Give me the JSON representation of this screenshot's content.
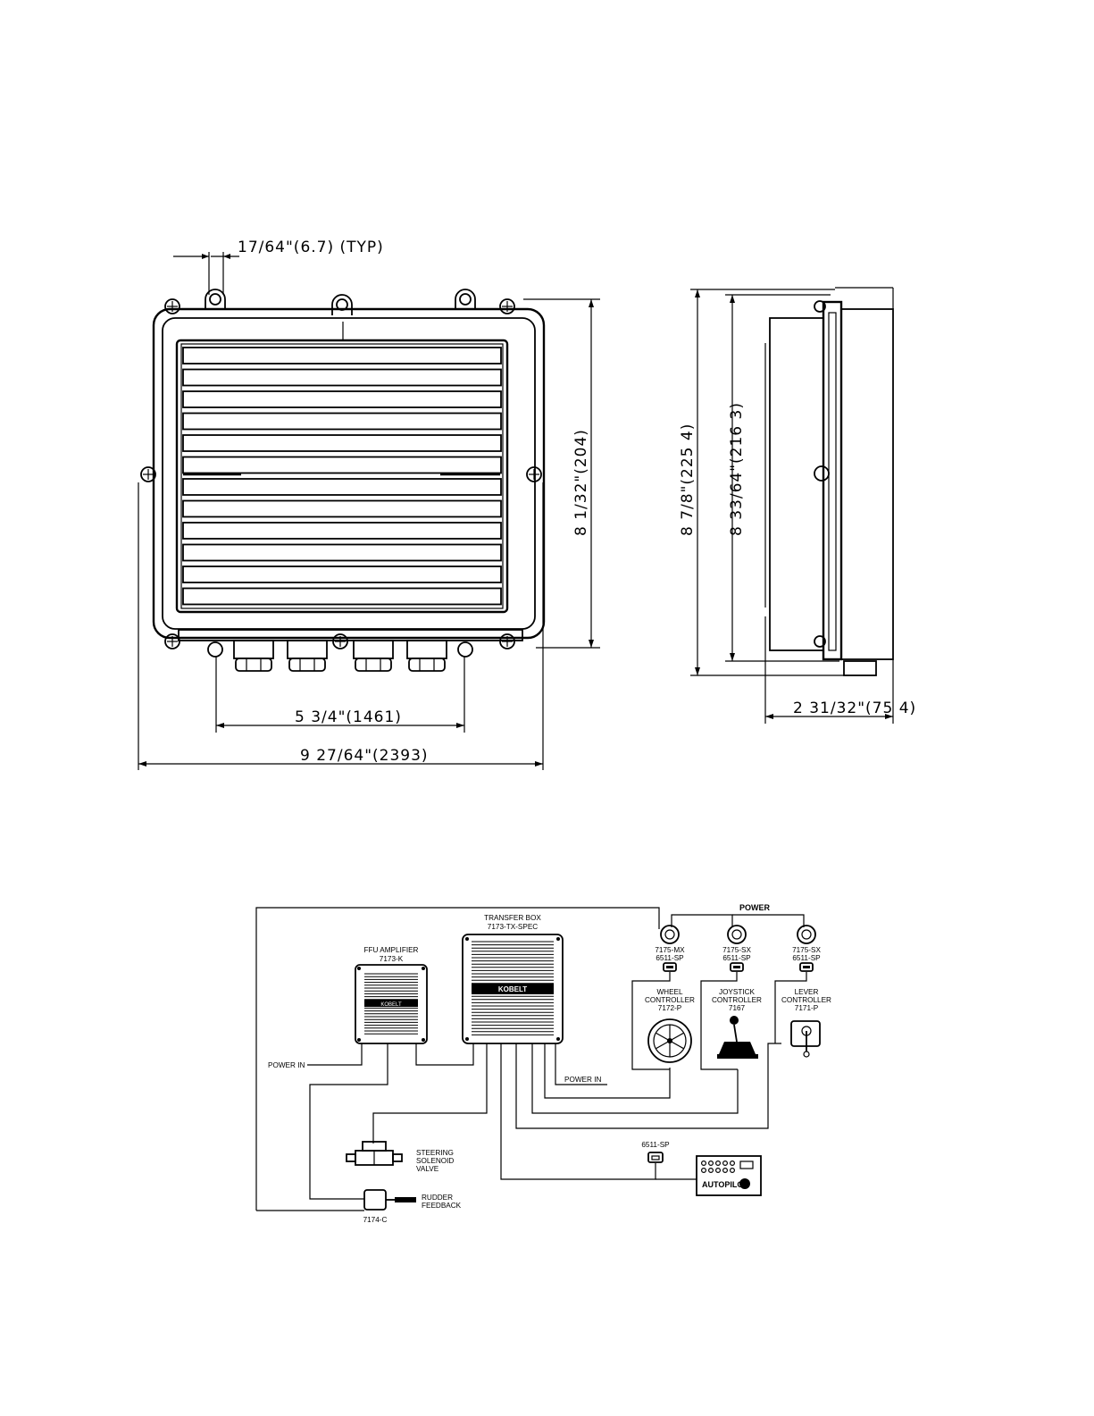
{
  "top_drawing": {
    "dim_typ": "17/64\"(6.7) (TYP)",
    "dim_height": "8 1/32\"(204)",
    "dim_bottom_inner": "5 3/4\"(1461)",
    "dim_bottom_outer": "9 27/64\"(2393)",
    "dim_side_outer": "8 7/8\"(225 4)",
    "dim_side_inner": "8 33/64\"(216 3)",
    "dim_side_depth": "2 31/32\"(75 4)"
  },
  "wiring": {
    "power": "POWER",
    "transfer_box_title": "TRANSFER BOX",
    "transfer_box_part": "7173-TX-SPEC",
    "brand": "KOBELT",
    "ffu_title": "FFU AMPLIFIER",
    "ffu_part": "7173-K",
    "ffu_brand": "KOBELT",
    "power_in_left": "POWER IN",
    "power_in_center": "POWER IN",
    "switch1_part": "7175-MX",
    "switch1_sp": "6511-SP",
    "switch2_part": "7175-SX",
    "switch2_sp": "6511-SP",
    "switch3_part": "7175-SX",
    "switch3_sp": "6511-SP",
    "wheel_l1": "WHEEL",
    "wheel_l2": "CONTROLLER",
    "wheel_l3": "7172-P",
    "joystick_l1": "JOYSTICK",
    "joystick_l2": "CONTROLLER",
    "joystick_l3": "7167",
    "lever_l1": "LEVER",
    "lever_l2": "CONTROLLER",
    "lever_l3": "7171-P",
    "valve_l1": "STEERING",
    "valve_l2": "SOLENOID",
    "valve_l3": "VALVE",
    "rudder_l1": "RUDDER",
    "rudder_l2": "FEEDBACK",
    "rudder_part": "7174-C",
    "autopilot_sp": "6511-SP",
    "autopilot": "AUTOPILOT"
  }
}
